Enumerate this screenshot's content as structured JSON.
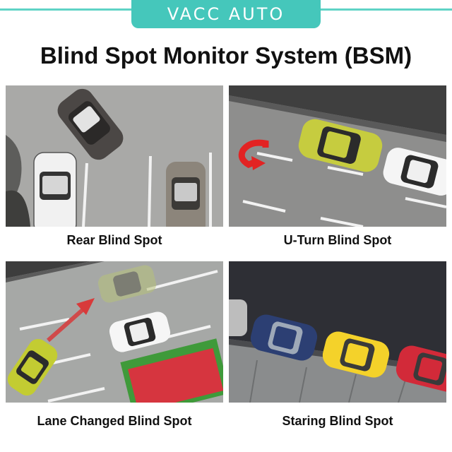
{
  "header": {
    "logo_text": "VACC AUTO",
    "brand_color": "#45c7bb"
  },
  "title": "Blind Spot Monitor System (BSM)",
  "panels": [
    {
      "caption": "Rear Blind Spot"
    },
    {
      "caption": "U-Turn Blind Spot"
    },
    {
      "caption": "Lane Changed Blind Spot"
    },
    {
      "caption": "Staring Blind Spot"
    }
  ]
}
